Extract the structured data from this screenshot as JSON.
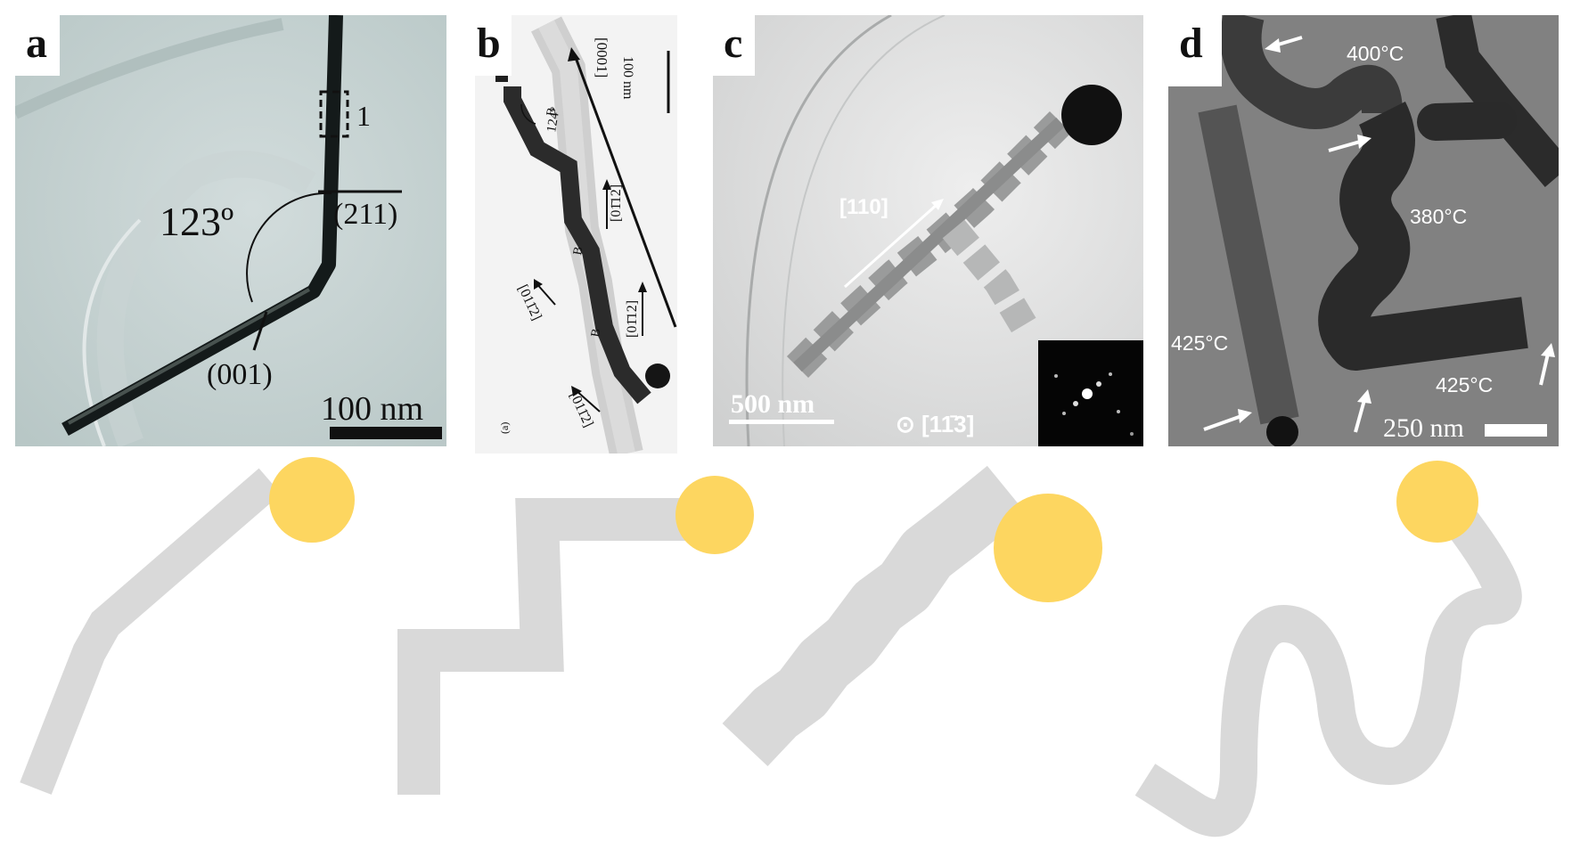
{
  "panels": {
    "a": {
      "label": "a",
      "angle": "123º",
      "plane_top": "(211)",
      "plane_bottom": "(001)",
      "box_label": "1",
      "scale": "100 nm"
    },
    "b": {
      "label": "b",
      "scale": "100 nm",
      "direction_main": "[0001]",
      "angle": "124°",
      "segment_label": "B",
      "dir_1": "[01̄12]",
      "dir_2": "[01̄12]",
      "dir_3": "[011̄2]",
      "dir_4": "[011̄2]",
      "sub_label": "(a)"
    },
    "c": {
      "label": "c",
      "direction": "[110]",
      "scale": "500 nm",
      "zone_axis": "⊙ [11̄3]"
    },
    "d": {
      "label": "d",
      "temp_400": "400°C",
      "temp_380": "380°C",
      "temp_425_left": "425°C",
      "temp_425_right": "425°C",
      "scale": "250 nm"
    }
  },
  "colors": {
    "catalyst": "#fdd660",
    "wire": "#d9d9d9",
    "tem_a_bg": "#c2d0cf",
    "tem_b_bg": "#f1f1f1",
    "tem_c_bg": "#d8d9d9",
    "tem_d_bg": "#7b7b7b"
  }
}
